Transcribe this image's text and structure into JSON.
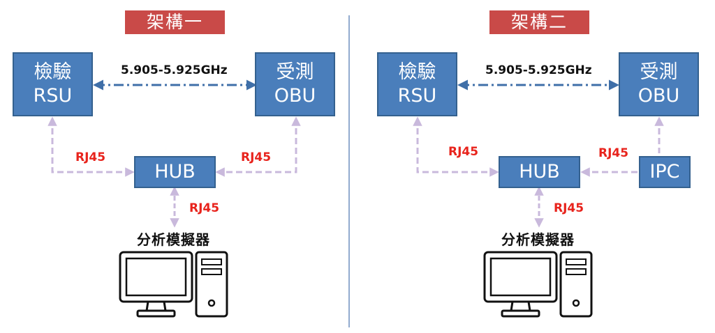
{
  "colors": {
    "title_bg": "#c94a48",
    "box_fill": "#4a7ebb",
    "box_border": "#34618f",
    "wireless_link": "#3f6fa8",
    "wired_link": "#c9b9dc",
    "divider": "#6f8fbf",
    "rj45_text": "#e8231c"
  },
  "arch1": {
    "title": "架構一",
    "rsu": {
      "line1": "檢驗",
      "line2": "RSU"
    },
    "obu": {
      "line1": "受測",
      "line2": "OBU"
    },
    "hub": "HUB",
    "freq": "5.905-5.925GHz",
    "rj45_left": "RJ45",
    "rj45_right": "RJ45",
    "rj45_bottom": "RJ45",
    "pc_label": "分析模擬器",
    "pc_icon": "desktop-computer-icon"
  },
  "arch2": {
    "title": "架構二",
    "rsu": {
      "line1": "檢驗",
      "line2": "RSU"
    },
    "obu": {
      "line1": "受測",
      "line2": "OBU"
    },
    "hub": "HUB",
    "ipc": "IPC",
    "freq": "5.905-5.925GHz",
    "rj45_left": "RJ45",
    "rj45_right": "RJ45",
    "rj45_bottom": "RJ45",
    "pc_label": "分析模擬器",
    "pc_icon": "desktop-computer-icon"
  }
}
